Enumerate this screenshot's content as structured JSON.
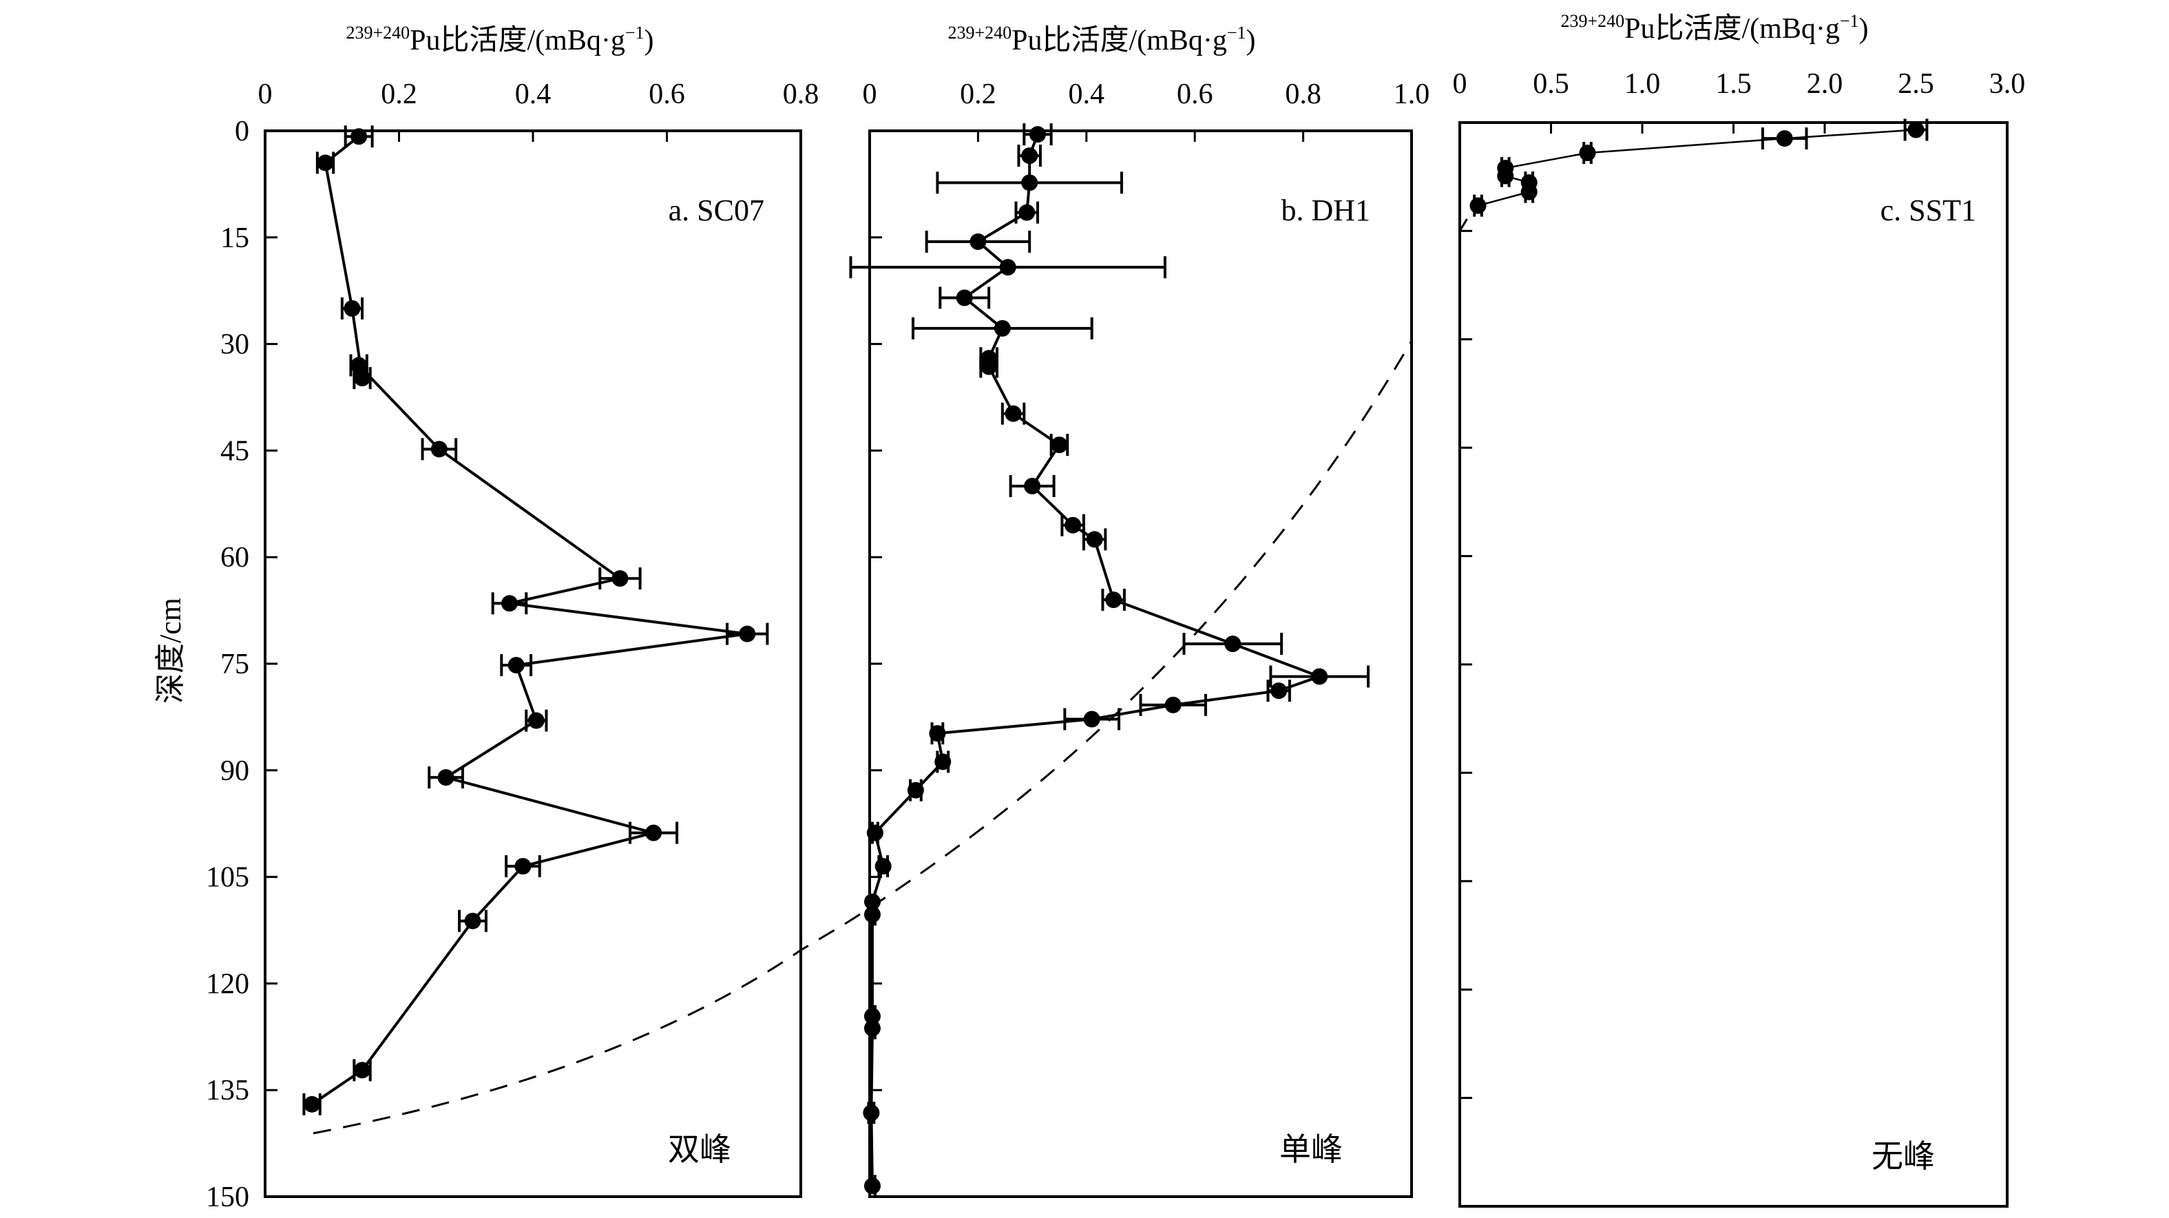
{
  "y_axis": {
    "label": "深度/cm",
    "range": [
      0,
      150
    ],
    "ticks": [
      0,
      15,
      30,
      45,
      60,
      75,
      90,
      105,
      120,
      135,
      150
    ]
  },
  "chart_data": [
    {
      "type": "scatter",
      "panel_label": "a. SC07",
      "peak_label": "双峰",
      "x_title_sup": "239+240",
      "x_title_main": "Pu比活度/(mBq·g",
      "x_title_sup2": "−1",
      "x_title_end": ")",
      "xlabel": "239+240Pu比活度/(mBq·g−1)",
      "xlim": [
        0,
        0.8
      ],
      "xticks": [
        "0",
        "0.2",
        "0.4",
        "0.6",
        "0.8"
      ],
      "ylabel": "深度/cm",
      "ylim": [
        0,
        150
      ],
      "x": [
        0.14,
        0.09,
        0.13,
        0.145,
        0.14,
        0.26,
        0.53,
        0.365,
        0.72,
        0.375,
        0.405,
        0.27,
        0.58,
        0.385,
        0.31,
        0.145,
        0.07
      ],
      "y": [
        0.8,
        4.5,
        25,
        34.8,
        33,
        44.8,
        63,
        66.5,
        70.8,
        75.2,
        83,
        91,
        98.8,
        103.5,
        111.2,
        132.2,
        137
      ],
      "x_err": [
        0.02,
        0.012,
        0.015,
        0.012,
        0.012,
        0.025,
        0.03,
        0.025,
        0.03,
        0.022,
        0.015,
        0.025,
        0.035,
        0.025,
        0.02,
        0.012,
        0.012
      ]
    },
    {
      "type": "scatter",
      "panel_label": "b. DH1",
      "peak_label": "单峰",
      "x_title_sup": "239+240",
      "x_title_main": "Pu比活度/(mBq·g",
      "x_title_sup2": "−1",
      "x_title_end": ")",
      "xlabel": "239+240Pu比活度/(mBq·g−1)",
      "xlim": [
        0,
        1.0
      ],
      "xticks": [
        "0",
        "0.2",
        "0.4",
        "0.6",
        "0.8",
        "1.0"
      ],
      "ylabel": "深度/cm",
      "ylim": [
        0,
        150
      ],
      "x": [
        0.31,
        0.295,
        0.295,
        0.29,
        0.2,
        0.255,
        0.175,
        0.245,
        0.22,
        0.22,
        0.265,
        0.35,
        0.3,
        0.375,
        0.415,
        0.45,
        0.67,
        0.83,
        0.755,
        0.56,
        0.41,
        0.125,
        0.135,
        0.085,
        0.01,
        0.025,
        0.005,
        0.005,
        0.005,
        0.005,
        0.003,
        0.005
      ],
      "y": [
        0.5,
        3.5,
        7.3,
        11.5,
        15.6,
        19.2,
        23.5,
        27.8,
        32,
        33.2,
        39.8,
        44.2,
        50,
        55.5,
        57.5,
        66,
        72.2,
        76.8,
        78.8,
        80.8,
        82.8,
        84.8,
        88.8,
        92.8,
        98.8,
        103.5,
        108.5,
        110.3,
        124.6,
        126.3,
        138.2,
        148.5
      ],
      "x_err": [
        0.025,
        0.02,
        0.17,
        0.02,
        0.095,
        0.29,
        0.045,
        0.165,
        0.015,
        0.015,
        0.02,
        0.015,
        0.04,
        0.02,
        0.02,
        0.02,
        0.09,
        0.09,
        0.02,
        0.06,
        0.05,
        0.01,
        0.01,
        0.01,
        0.005,
        0.008,
        0.005,
        0.005,
        0.005,
        0.005,
        0.005,
        0.005
      ]
    },
    {
      "type": "scatter",
      "panel_label": "c. SST1",
      "peak_label": "无峰",
      "x_title_sup": "239+240",
      "x_title_main": "Pu比活度/(mBq·g",
      "x_title_sup2": "−1",
      "x_title_end": ")",
      "xlabel": "239+240Pu比活度/(mBq·g−1)",
      "xlim": [
        0,
        3.0
      ],
      "xticks": [
        "0",
        "0.5",
        "1.0",
        "1.5",
        "2.0",
        "2.5",
        "3.0"
      ],
      "ylabel": "深度/cm",
      "ylim": [
        0,
        150
      ],
      "x": [
        2.5,
        1.78,
        0.7,
        0.25,
        0.25,
        0.38,
        0.38,
        0.1
      ],
      "y": [
        1,
        2.2,
        4.2,
        6.3,
        7.4,
        8.3,
        9.6,
        11.5
      ],
      "x_err": [
        0.06,
        0.12,
        0.02,
        0.02,
        0.02,
        0.02,
        0.02,
        0.02
      ]
    }
  ]
}
